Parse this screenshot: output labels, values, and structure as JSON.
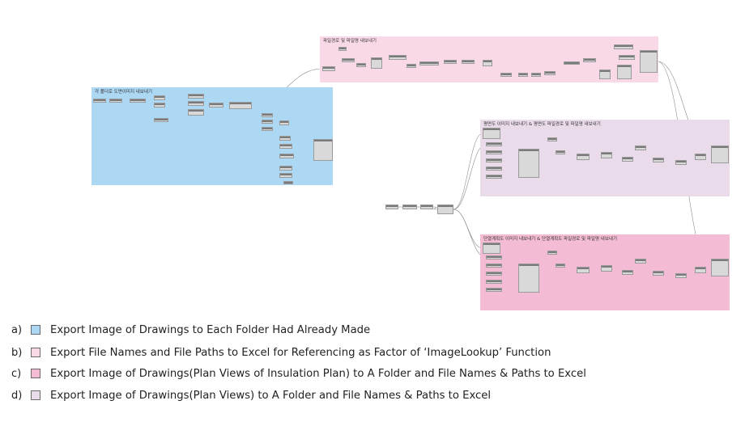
{
  "groups": [
    {
      "id": "a",
      "title": "각 폴더로 도면이미지 내보내기",
      "color": "#acd8f4"
    },
    {
      "id": "b",
      "title": "파일경로 및 파일명 내보내기",
      "color": "#f9d9e8"
    },
    {
      "id": "d",
      "title": "평면도 이미지 내보내기 & 평면도 파일경로 및 파일명 내보내기",
      "color": "#e9dbea"
    },
    {
      "id": "c",
      "title": "단열계획도 이미지 내보내기 & 단열계획도 파일경로 및 파일명 내보내기",
      "color": "#f4bcd4"
    }
  ],
  "legend": [
    {
      "letter": "a)",
      "color": "#acd8f4",
      "text": "Export Image of Drawings to Each Folder Had Already Made"
    },
    {
      "letter": "b)",
      "color": "#f9d9e8",
      "text": "Export File Names and File Paths to Excel for Referencing as Factor of ‘ImageLookup’ Function"
    },
    {
      "letter": "c)",
      "color": "#f4bcd4",
      "text": "Export Image of Drawings(Plan Views of Insulation Plan) to A Folder and File Names & Paths to Excel"
    },
    {
      "letter": "d)",
      "color": "#e9dbea",
      "text": "Export Image of Drawings(Plan Views) to A Folder and File Names & Paths to Excel"
    }
  ]
}
